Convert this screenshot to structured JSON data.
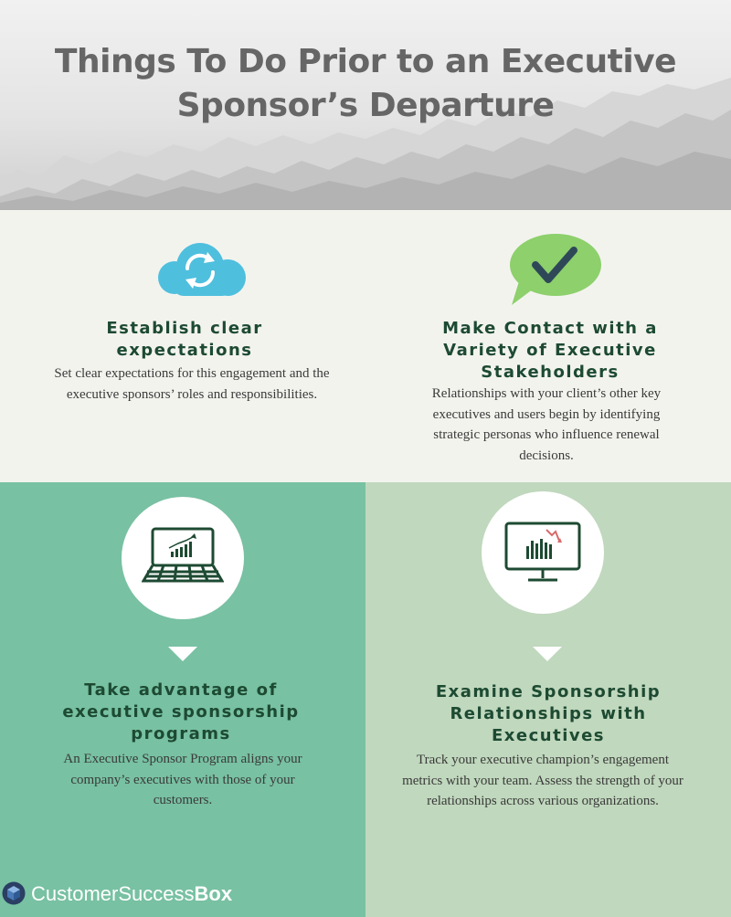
{
  "header": {
    "title": "Things To Do Prior to an Executive Sponsor’s Departure"
  },
  "cards": [
    {
      "heading": "Establish clear expectations",
      "body": "Set clear expectations for this engagement and the executive sponsors’ roles and responsibilities.",
      "icon": "cloud-sync-icon",
      "icon_color": "#4fbfde"
    },
    {
      "heading": "Make Contact with a Variety of Executive Stakeholders",
      "body": "Relationships with your client’s other key executives and users begin by identifying strategic personas who influence renewal decisions.",
      "icon": "checkmark-speech-bubble-icon",
      "icon_color": "#8dd06c"
    },
    {
      "heading": "Take advantage of executive sponsorship programs",
      "body": "An Executive Sponsor Program aligns your company’s executives with those of your customers.",
      "icon": "laptop-growth-chart-icon",
      "background": "#78c1a3"
    },
    {
      "heading": "Examine Sponsorship Relationships with Executives",
      "body": "Track your executive champion’s engagement metrics with your team. Assess the strength of your relationships across various organizations.",
      "icon": "monitor-decline-chart-icon",
      "background": "#c0d8bd"
    }
  ],
  "brand": {
    "name_light": "CustomerSuccess",
    "name_bold": "Box",
    "icon": "cube-logo-icon"
  },
  "colors": {
    "heading": "#1d4a32",
    "title": "#666666"
  }
}
